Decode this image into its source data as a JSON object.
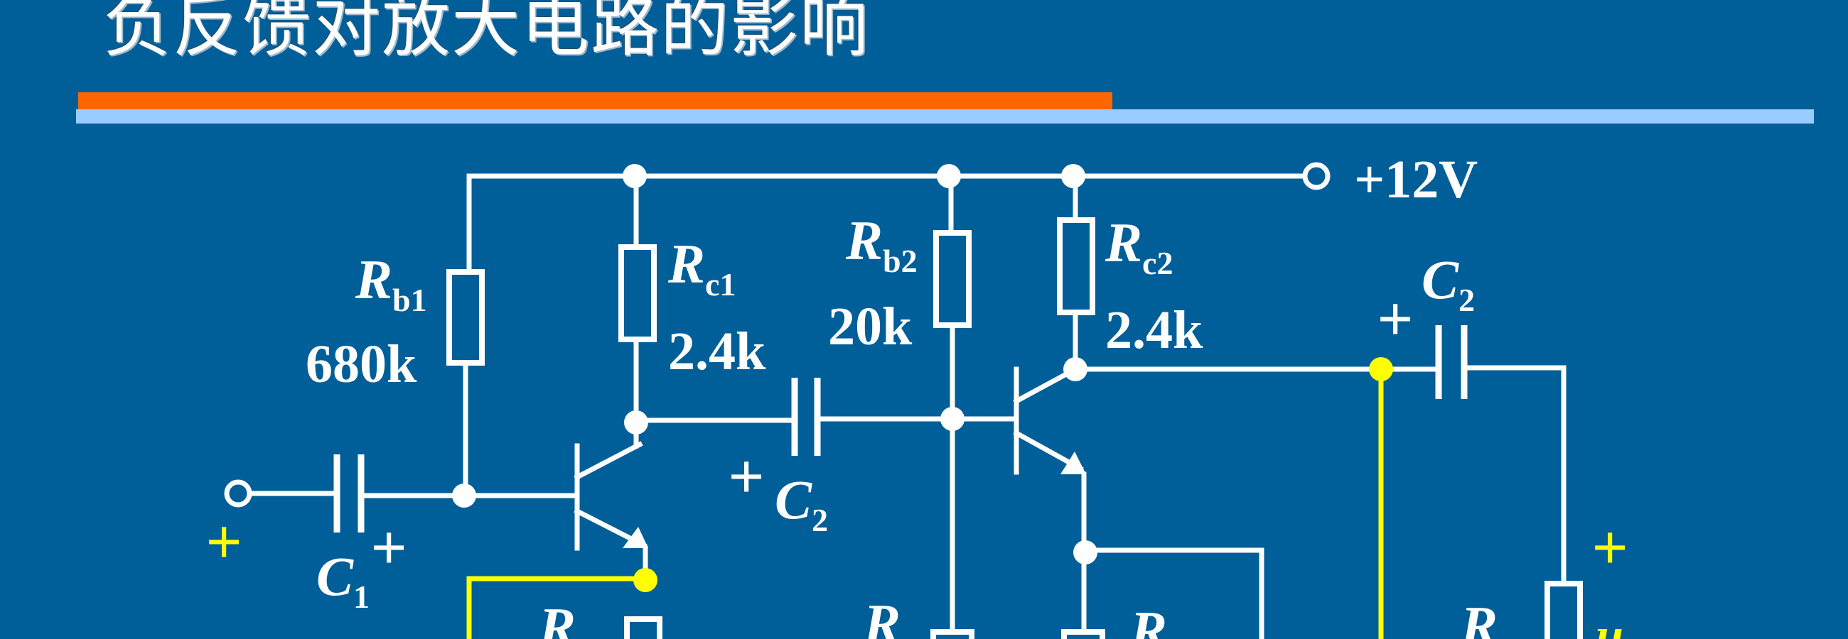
{
  "title": "负反馈对放大电路的影响",
  "colors": {
    "background": "#005f99",
    "accent_orange": "#ff6600",
    "accent_lightblue": "#99ccff",
    "feedback_wire": "#ffff00",
    "circuit": "#ffffff"
  },
  "circuit": {
    "supply": "+12V",
    "components": {
      "rb1": {
        "name": "R",
        "sub": "b1",
        "value": "680k"
      },
      "rc1": {
        "name": "R",
        "sub": "c1",
        "value": "2.4k"
      },
      "rb2": {
        "name": "R",
        "sub": "b2",
        "value": "20k"
      },
      "rc2": {
        "name": "R",
        "sub": "c2",
        "value": "2.4k"
      },
      "c1": {
        "name": "C",
        "sub": "1"
      },
      "c2_mid": {
        "name": "C",
        "sub": "2"
      },
      "c2_out": {
        "name": "C",
        "sub": "2"
      }
    },
    "plus_sign": "+",
    "partial_labels": {
      "r_lower_left": "R",
      "r_lower_mid": "R",
      "r_lower_mid2": "R",
      "r_lower_right": "R",
      "u_partial": "u"
    }
  }
}
